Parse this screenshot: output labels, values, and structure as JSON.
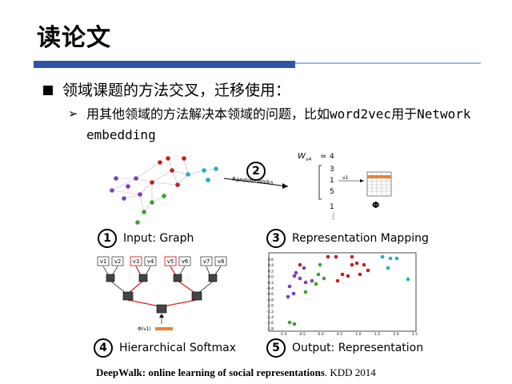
{
  "slide": {
    "title": "读论文",
    "bullet_main": "领域课题的方法交叉，迁移使用：",
    "bullet_sub": "用其他领域的方法解决本领域的问题，比如word2vec用于Network embedding",
    "colors": {
      "rule_dark": "#2E54A3",
      "rule_light": "#9DB7E0",
      "num_circle": "#000000"
    }
  },
  "figure": {
    "step1": {
      "num": "1",
      "label": "Input: Graph"
    },
    "step2": {
      "num": "2",
      "label": "Random Walks"
    },
    "step3": {
      "num": "3",
      "label": "Representation Mapping"
    },
    "step4": {
      "num": "4",
      "label": "Hierarchical Softmax"
    },
    "step5": {
      "num": "5",
      "label": "Output: Representation"
    },
    "walk_label": "W",
    "walk_sub": "v4",
    "walk_eq": "=",
    "walk_values": [
      "4",
      "3",
      "1",
      "5",
      "1",
      "⋮"
    ],
    "phi": "Φ",
    "phi_input": "v1",
    "phi_label": "Φ(v1)",
    "tree_leaves": [
      "v1",
      "v2",
      "v3",
      "v4",
      "v5",
      "v6",
      "v7",
      "v8"
    ],
    "scatter_y_ticks": [
      "0.6",
      "0.4",
      "0.2",
      "0.0",
      "-0.2",
      "-0.4",
      "-0.6",
      "-0.8",
      "-1.0",
      "-1.2",
      "-1.4",
      "-1.6",
      "-1.8"
    ],
    "scatter_x_ticks": [
      "-1.0",
      "-0.5",
      "0.0",
      "0.5",
      "1.0",
      "1.5",
      "2.0",
      "2.5"
    ]
  },
  "caption": {
    "bold": "DeepWalk: online learning of social representations",
    "rest": ". KDD 2014"
  }
}
